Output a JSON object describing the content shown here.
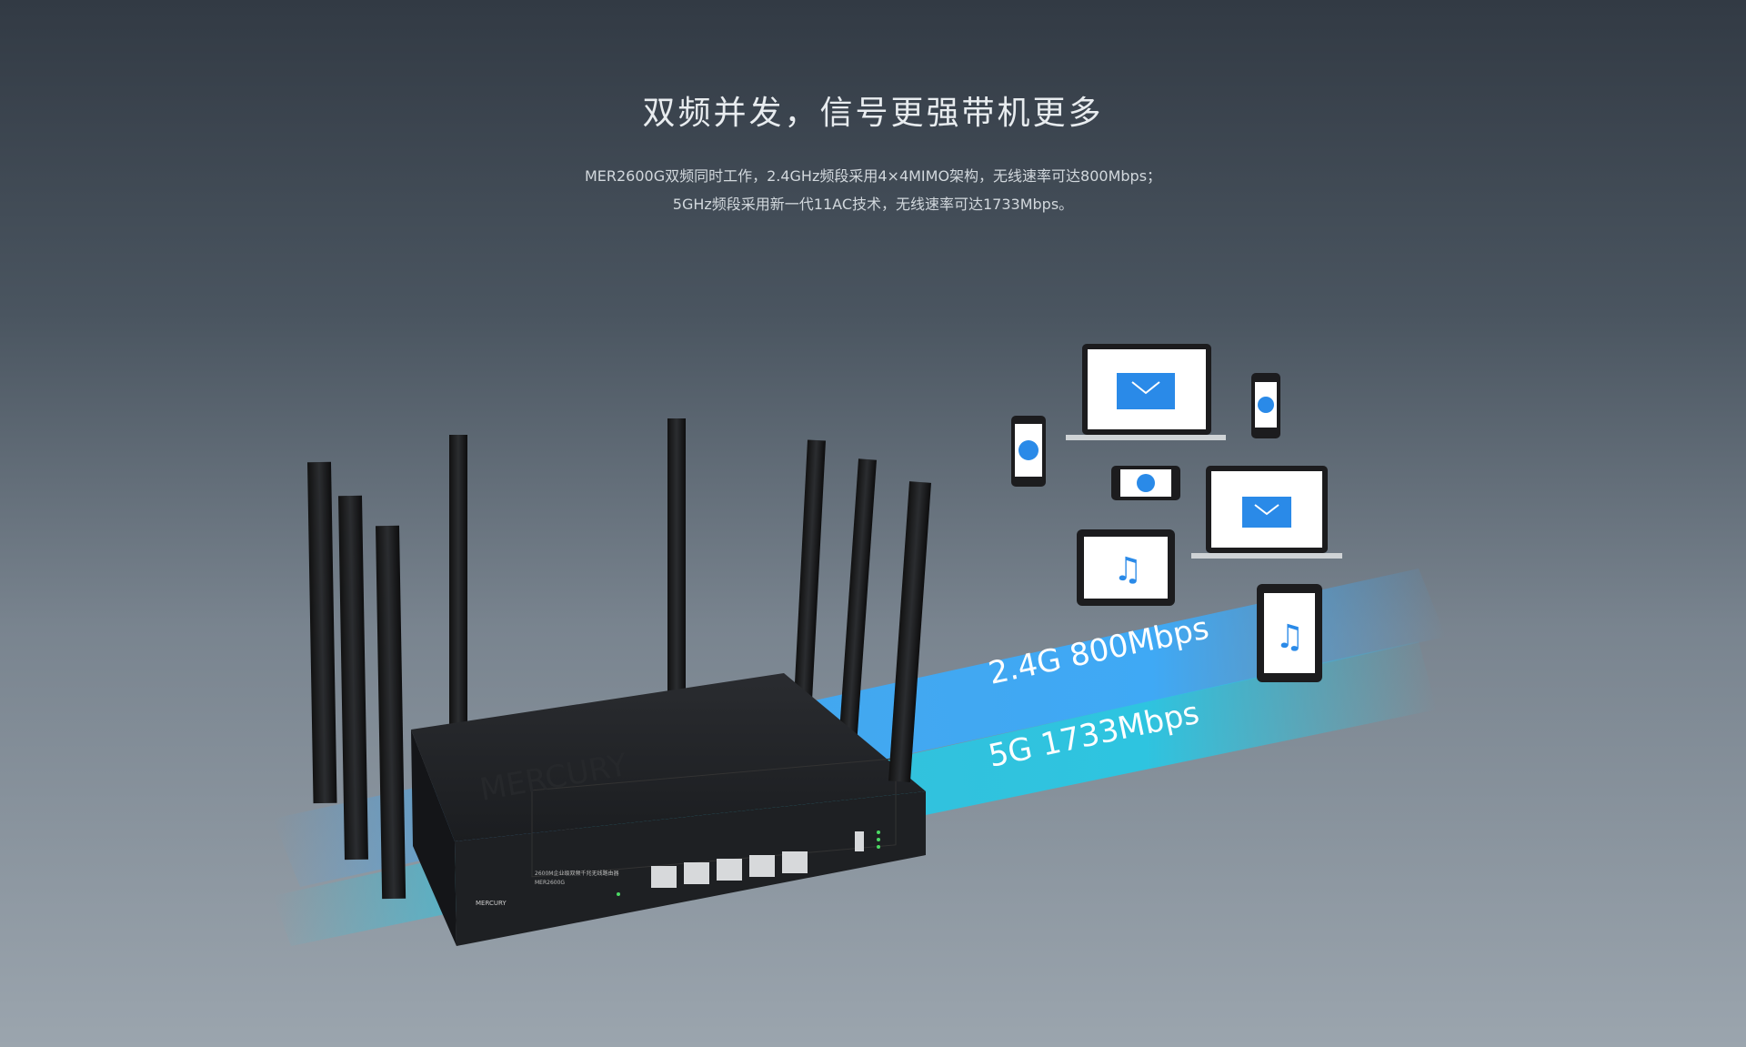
{
  "headline": "双频并发，信号更强带机更多",
  "description": {
    "line1": "MER2600G双频同时工作，2.4GHz频段采用4×4MIMO架构，无线速率可达800Mbps；",
    "line2": "5GHz频段采用新一代11AC技术，无线速率可达1733Mbps。"
  },
  "bands": [
    {
      "label": "2.4G  800Mbps",
      "color": "#3fa9f5"
    },
    {
      "label": "5G  1733Mbps",
      "color": "#2ec4e0"
    }
  ],
  "router": {
    "brand": "MERCURY",
    "model": "MER2600G",
    "product_name": "2600M企业级双频千兆无线路由器",
    "body_color": "#1b1d20"
  },
  "devices": [
    {
      "type": "tablet",
      "icon": "chat-icon"
    },
    {
      "type": "laptop",
      "icon": "mail-icon"
    },
    {
      "type": "phone",
      "icon": "chat-icon"
    },
    {
      "type": "phone-landscape",
      "icon": "chat-icon"
    },
    {
      "type": "tablet-landscape",
      "icon": "music-icon"
    },
    {
      "type": "laptop",
      "icon": "mail-icon"
    },
    {
      "type": "tablet",
      "icon": "music-icon"
    }
  ]
}
